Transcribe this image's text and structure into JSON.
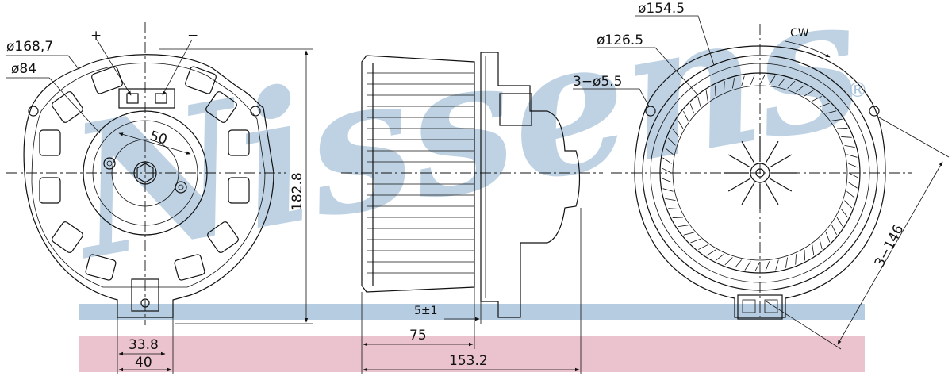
{
  "watermark": {
    "text": "Nissens",
    "registered_mark": "®",
    "band_blue": "#a9c4dc",
    "band_pink": "#e7b8c6"
  },
  "front_view": {
    "dim_outer": "ø168,7",
    "dim_inner": "ø84",
    "polarity_plus": "+",
    "polarity_minus": "−",
    "dim_50": "50",
    "dim_height": "182.8",
    "dim_33": "33.8",
    "dim_40": "40"
  },
  "side_view": {
    "dim_5": "5±1",
    "dim_75": "75",
    "dim_153": "153.2"
  },
  "rear_view": {
    "dim_154": "ø154.5",
    "dim_126": "ø126.5",
    "dim_holes": "3−ø5.5",
    "rotation": "CW",
    "dim_146": "3−146"
  }
}
